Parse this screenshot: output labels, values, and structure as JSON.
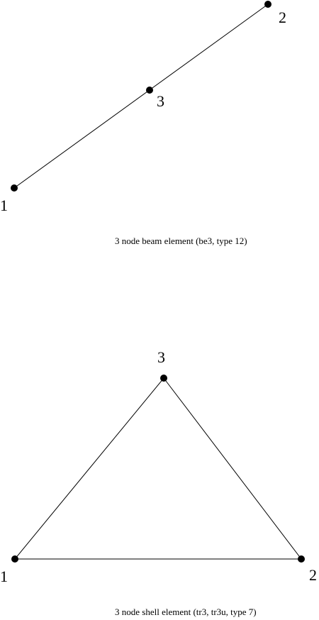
{
  "beam": {
    "node_labels": [
      "1",
      "2",
      "3"
    ],
    "caption": "3 node beam element (be3, type 12)"
  },
  "shell": {
    "node_labels": [
      "1",
      "2",
      "3"
    ],
    "caption": "3 node shell element (tr3, tr3u, type 7)"
  }
}
